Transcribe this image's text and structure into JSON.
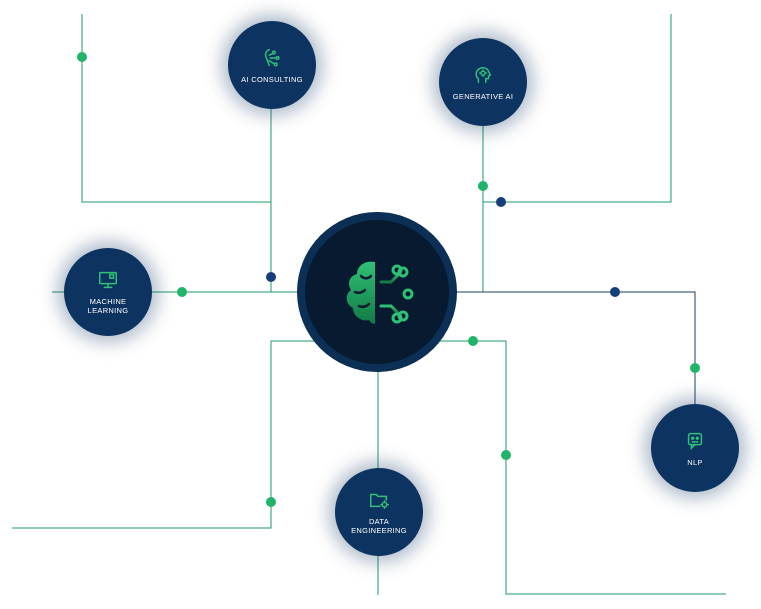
{
  "colors": {
    "node_fill": "#0d3461",
    "hub_ring": "#0c2f55",
    "hub_core": "#071a30",
    "wire_green": "#1f9a68",
    "wire_navy": "#1d3f66",
    "dot_green": "#20b36a",
    "dot_navy": "#173e7a",
    "icon_green": "#2fc276"
  },
  "hub": {
    "icon": "brain-circuit-icon"
  },
  "nodes": [
    {
      "id": "ai-consulting",
      "label": "AI CONSULTING",
      "icon": "robot-hand-icon"
    },
    {
      "id": "generative-ai",
      "label": "GENERATIVE AI",
      "icon": "head-gear-icon"
    },
    {
      "id": "machine-learning",
      "label": "MACHINE\nLEARNING",
      "icon": "monitor-icon"
    },
    {
      "id": "data-engineering",
      "label": "DATA\nENGINEERING",
      "icon": "folder-gear-icon"
    },
    {
      "id": "nlp",
      "label": "NLP",
      "icon": "chat-bot-icon"
    }
  ]
}
